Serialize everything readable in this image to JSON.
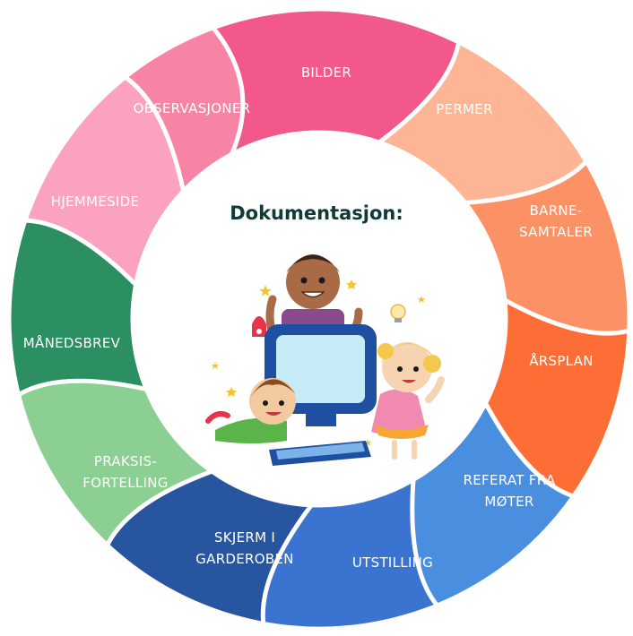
{
  "title": "Dokumentasjon:",
  "segments": [
    {
      "lines": [
        "BILDER"
      ],
      "color": "#f2588a"
    },
    {
      "lines": [
        "PERMER"
      ],
      "color": "#fdb596"
    },
    {
      "lines": [
        "BARNE-",
        "SAMTALER"
      ],
      "color": "#fd9166"
    },
    {
      "lines": [
        "ÅRSPLAN"
      ],
      "color": "#fd6e37"
    },
    {
      "lines": [
        "REFERAT FRA",
        "MØTER"
      ],
      "color": "#4a8ee0"
    },
    {
      "lines": [
        "UTSTILLING"
      ],
      "color": "#3a74d0"
    },
    {
      "lines": [
        "SKJERM I",
        "GARDEROBEN"
      ],
      "color": "#27559f"
    },
    {
      "lines": [
        "PRAKSIS-",
        "FORTELLING"
      ],
      "color": "#8ccf92"
    },
    {
      "lines": [
        "MÅNEDSBREV"
      ],
      "color": "#2b8f62"
    },
    {
      "lines": [
        "HJEMMESIDE"
      ],
      "color": "#fca2c1"
    },
    {
      "lines": [
        "OBSERVASJONER"
      ],
      "color": "#f784a4"
    }
  ]
}
